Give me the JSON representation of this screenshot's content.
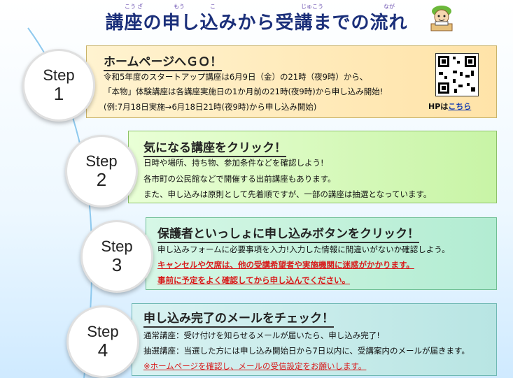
{
  "title": "講座の申し込みから受講までの流れ",
  "title_ruby": [
    "こう",
    "ざ",
    "もう",
    "こ",
    "じゅこう",
    "なが"
  ],
  "colors": {
    "title": "#1b2f7a",
    "warning": "#d81b1b",
    "link": "#1a3fb0"
  },
  "icons": {
    "mascot": "mascot-icon",
    "qr": "qr-code-icon"
  },
  "steps": [
    {
      "label": "Step",
      "number": "1",
      "heading": "ホームページへＧＯ！",
      "lines": [
        "令和5年度のスタートアップ講座は6月9日（金）の21時（夜9時）から、",
        "「本物」体験講座は各講座実施日の1か月前の21時(夜9時)から申し込み開始!",
        "(例:7月18日実施→6月18日21時(夜9時)から申し込み開始)"
      ],
      "hp_prefix": "HPは",
      "hp_link": "こちら"
    },
    {
      "label": "Step",
      "number": "2",
      "heading": "気になる講座をクリック！",
      "lines": [
        "日時や場所、持ち物、参加条件などを確認しよう!",
        "各市町の公民館などで開催する出前講座もあります。",
        "また、申し込みは原則として先着順ですが、一部の講座は抽選となっています。"
      ]
    },
    {
      "label": "Step",
      "number": "3",
      "heading": "保護者といっしょに申し込みボタンをクリック！",
      "lines": [
        "申し込みフォームに必要事項を入力!入力した情報に間違いがないか確認しよう。"
      ],
      "warnings": [
        "キャンセルや欠席は、他の受講希望者や実施機関に迷惑がかかります。",
        "事前に予定をよく確認してから申し込んでください。"
      ]
    },
    {
      "label": "Step",
      "number": "4",
      "heading": "申し込み完了のメールをチェック！",
      "lines": [
        "通常講座：受け付けを知らせるメールが届いたら、申し込み完了!",
        "抽選講座：当選した方には申し込み開始日から7日以内に、受講案内のメールが届きます。"
      ],
      "note": "※ホームページを確認し、メールの受信設定をお願いします。"
    }
  ]
}
